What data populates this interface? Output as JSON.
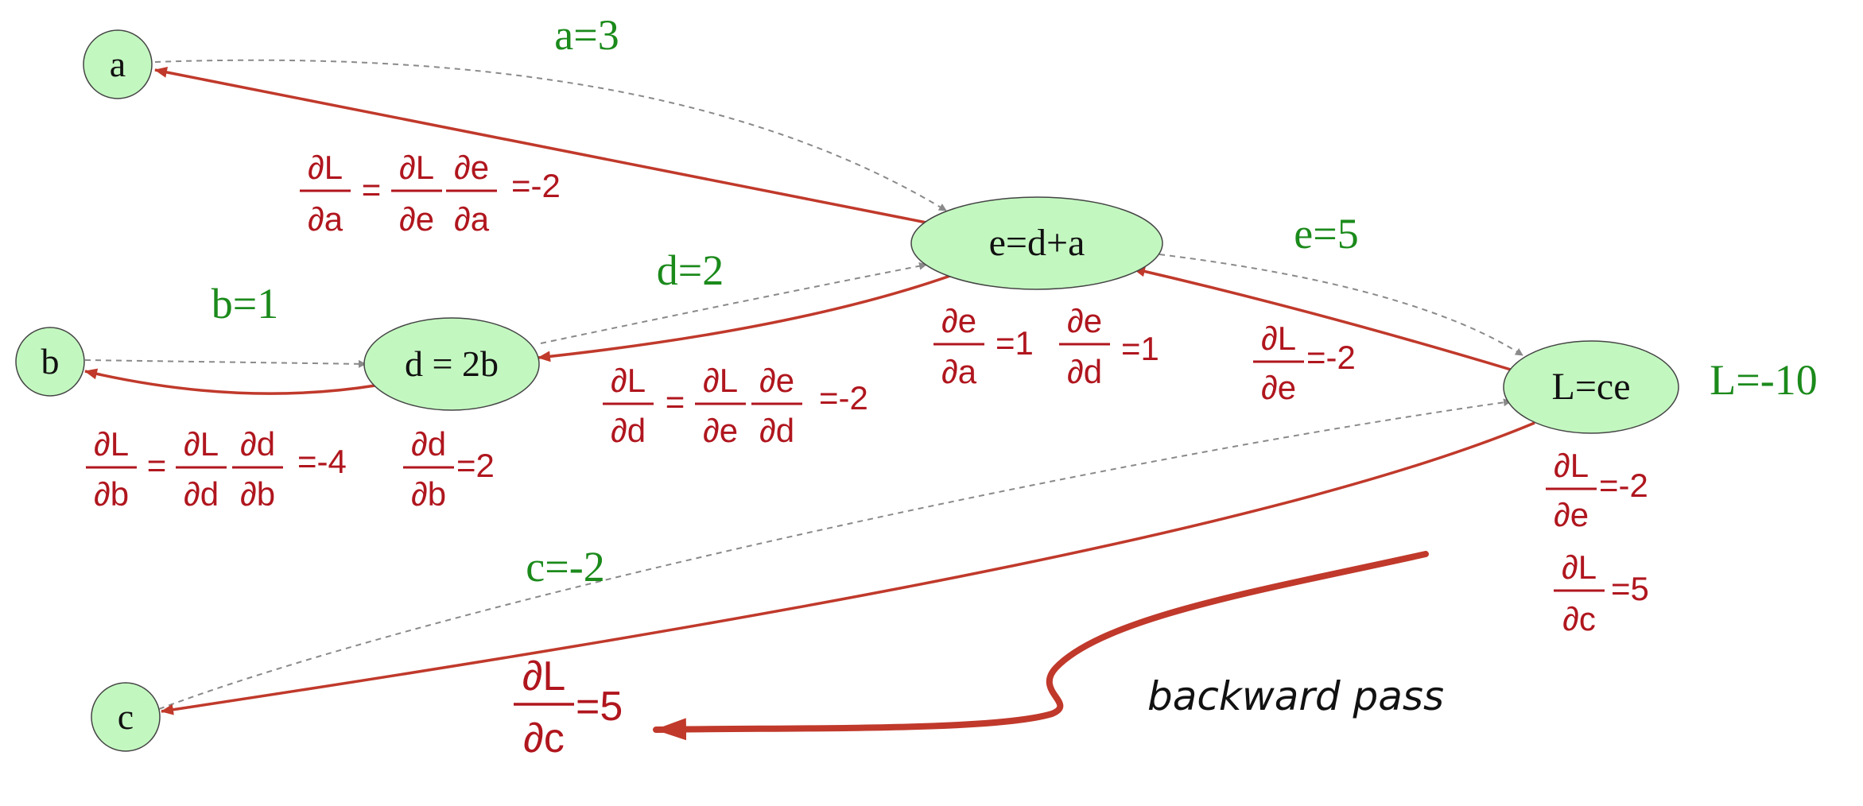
{
  "colors": {
    "node_fill": "#c3f7c0",
    "node_stroke": "#444444",
    "forward_edge": "#8a8a8a",
    "backward_edge": "#c0392b",
    "forward_value": "#1b8a1b",
    "gradient_text": "#b0161e"
  },
  "nodes": {
    "a": "a",
    "b": "b",
    "c": "c",
    "d": "d = 2b",
    "e": "e=d+a",
    "L": "L=ce"
  },
  "values": {
    "a": "a=3",
    "b": "b=1",
    "c": "c=-2",
    "d": "d=2",
    "e": "e=5",
    "L": "L=-10"
  },
  "symbols": {
    "dL": "∂L",
    "de": "∂e",
    "dd": "∂d",
    "da": "∂a",
    "db": "∂b",
    "dc": "∂c",
    "eq": "="
  },
  "gradients": {
    "dL_da": "=-2",
    "dL_db": "=-4",
    "dd_db": "=2",
    "dL_dd": "=-2",
    "de_da": "=1",
    "de_dd": "=1",
    "dL_de_mid": "=-2",
    "dL_de_right": "=-2",
    "dL_dc_right": "=5",
    "dL_dc_bottom": "=5"
  },
  "caption": "backward pass"
}
